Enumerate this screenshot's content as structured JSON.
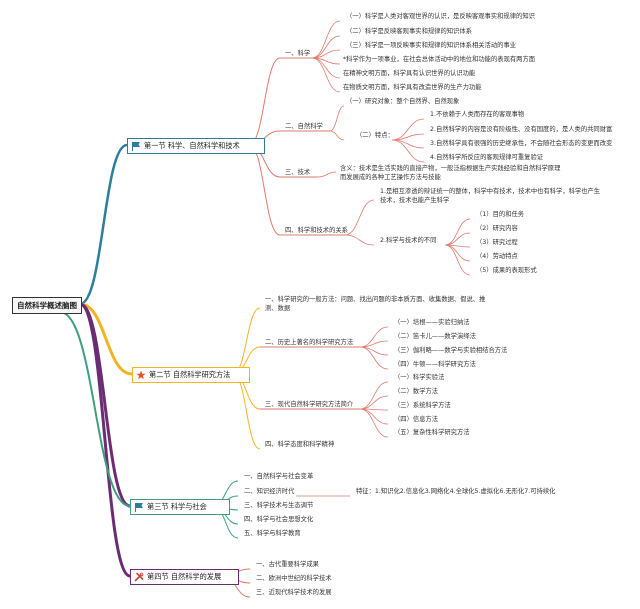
{
  "root": "自然科学概述脑图",
  "colors": {
    "s1": "#2d7e99",
    "s2": "#f5b324",
    "s3": "#3f9e80",
    "s4": "#6b2c73",
    "root_link": "#9a4434"
  },
  "icons": [
    "flag-icon",
    "star-icon",
    "flag-icon",
    "tools-icon"
  ],
  "sections": [
    {
      "title": "第一节 科学、自然科学和技术",
      "l1_science": "一、科学",
      "science_items": [
        "（一）科学是人类对客观世界的认识，是反映客观事实和规律的知识",
        "（二）科学是反映客观事实和规律的知识体系",
        "（三）科学是一项反映事实和规律的知识体系相关活动的事业",
        "*科学作为一项事业，在社会总体活动中的地位和功能的表现有两方面",
        "在精神文明方面，科学具有认识世界的认识功能",
        "在物质文明方面，科学具有改造世界的生产力功能"
      ],
      "l1_natural": "二、自然科学",
      "nat_obj": "（一）研究对象：整个自然界、自然现象",
      "nat_feat": "（二）特点：",
      "nat_items": [
        "1.不依赖于人类而存在的客观事物",
        "2.自然科学的内容是没有阶级性、没有国度的，是人类的共同财富",
        "3.自然科学具有很强的历史继承性，不会随社会形态的变更而改变",
        "4.自然科学所反应的客观规律可重复验证"
      ],
      "l1_tech": "三、技术",
      "tech_def": [
        "含义：技术是生活实践的直接产物，一般泛指根据生产实践经验和自然科学原理",
        "而发展成的各种工艺操作方法与技能"
      ],
      "l1_rel": "四、科学和技术的关系",
      "rel_1": [
        "1.是相互渗透的辩证统一的整体，科学中有技术，技术中也有科学，科学也产生",
        "技术，技术也能产生科学"
      ],
      "rel_2": "2.科学与技术的不同",
      "rel_2_items": [
        "（1）目的和任务",
        "（2）研究内容",
        "（3）研究过程",
        "（4）劳动特点",
        "（5）成果的表现形式"
      ]
    },
    {
      "title": "第二节 自然科学研究方法",
      "m1": [
        "一、科学研究的一般方法：问题、找出问题的非本质方面、收集数据、假说、推",
        "测、数据"
      ],
      "m2": "二、历史上著名的科学研究方法",
      "m2_items": [
        "（一）培根——实验归纳法",
        "（二）笛卡儿——数学演绎法",
        "（三）伽利略——数学与实验相结合方法",
        "（四）牛顿——科学研究方法"
      ],
      "m3": "三、现代自然科学研究方法简介",
      "m3_items": [
        "（一）科学实验法",
        "（二）数学方法",
        "（三）系统科学方法",
        "（四）信息方法",
        "（五）复杂性科学研究方法"
      ],
      "m4": "四、科学态度和科学精神"
    },
    {
      "title": "第三节 科学与社会",
      "items": [
        "一、自然科学与社会变革",
        "二、知识经济时代",
        "三、科学技术与生态调节",
        "四、科学与社会思想文化",
        "五、科学与科学教育"
      ],
      "feature": "特征：1.知识化2.信息化3.网络化4.全球化5.虚拟化6.无形化7.可持续化"
    },
    {
      "title": "第四节 自然科学的发展",
      "items": [
        "一、古代重要科学成果",
        "二、欧洲中世纪的科学技术",
        "三、近现代科学技术的发展"
      ]
    }
  ]
}
